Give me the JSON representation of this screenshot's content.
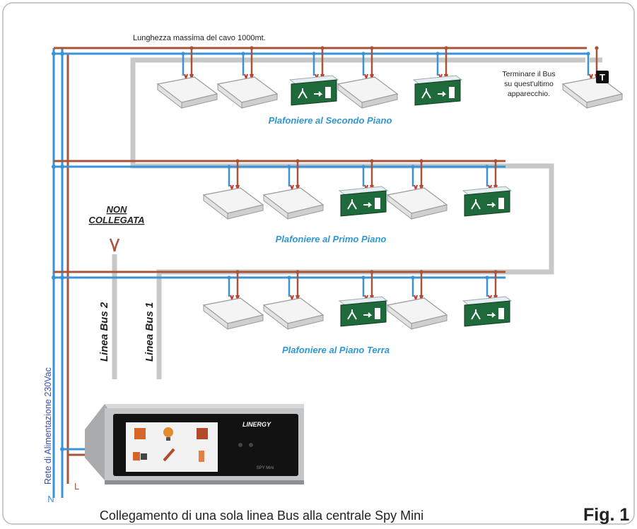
{
  "diagram": {
    "cable_note": "Lunghezza massima del cavo 1000mt.",
    "terminate_note": [
      "Terminare il Bus",
      "su quest'ultimo",
      "apparecchio."
    ],
    "terminator_symbol": "T",
    "floors": [
      {
        "label": "Plafoniere al Secondo Piano",
        "devices": [
          "lamp",
          "lamp",
          "exit-sign",
          "lamp",
          "exit-sign",
          "lamp-terminal"
        ]
      },
      {
        "label": "Plafoniere al Primo Piano",
        "devices": [
          "lamp",
          "lamp",
          "exit-sign",
          "lamp",
          "exit-sign"
        ]
      },
      {
        "label": "Plafoniere al Piano Terra",
        "devices": [
          "lamp",
          "lamp",
          "exit-sign",
          "lamp",
          "exit-sign"
        ]
      }
    ],
    "not_connected_label": [
      "NON",
      "COLLEGATA"
    ],
    "bus2_label": "Linea Bus 2",
    "bus1_label": "Linea Bus 1",
    "power_label": "Rete di Alimentazione 230Vac",
    "neutral_label": "N",
    "live_label": "L",
    "controller": {
      "brand": "LINERGY",
      "model": "SPY Mini"
    },
    "caption": "Collegamento di una sola linea Bus alla centrale Spy Mini",
    "fig_label": "Fig. 1",
    "colors": {
      "neutral_wire": "#3a93d6",
      "live_wire": "#a8543a",
      "bus_cable": "#c8c8c8",
      "label_blue": "#2f97d3",
      "exit_green": "#1f6a3a"
    }
  }
}
